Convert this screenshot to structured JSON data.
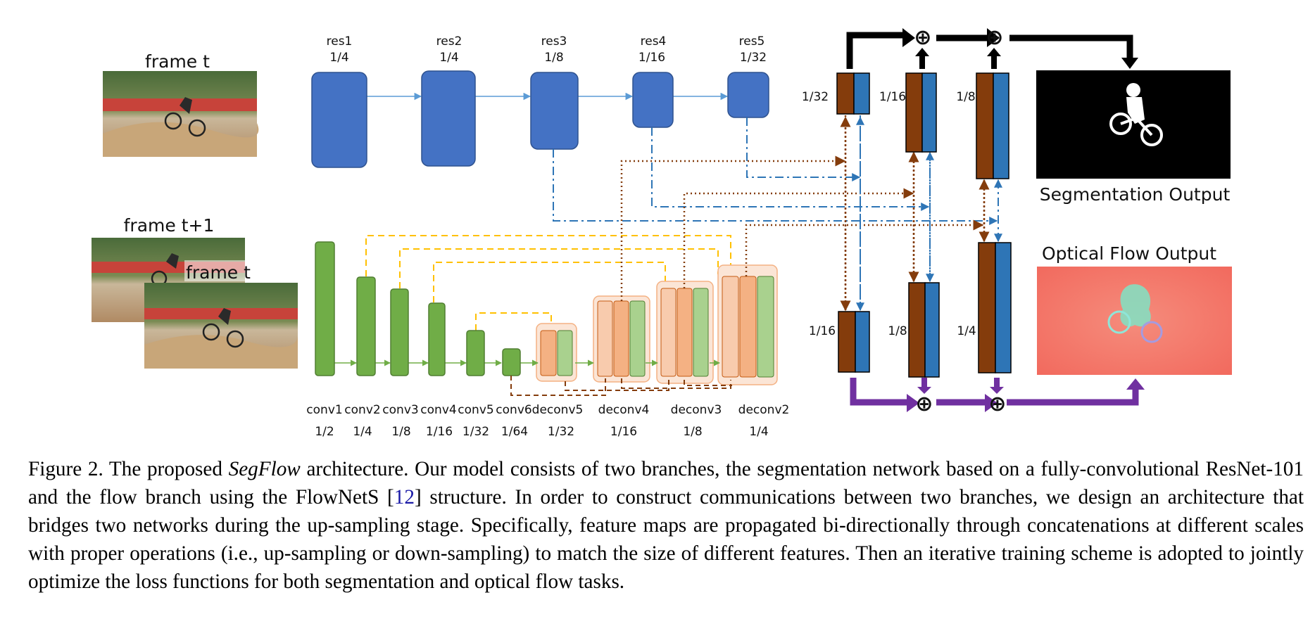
{
  "frames": {
    "frame_t": "frame t",
    "frame_t1": "frame t+1",
    "frame_t_inner": "frame t"
  },
  "res_blocks": [
    {
      "name": "res1",
      "scale": "1/4"
    },
    {
      "name": "res2",
      "scale": "1/4"
    },
    {
      "name": "res3",
      "scale": "1/8"
    },
    {
      "name": "res4",
      "scale": "1/16"
    },
    {
      "name": "res5",
      "scale": "1/32"
    }
  ],
  "conv_blocks": [
    {
      "name": "conv1",
      "scale": "1/2"
    },
    {
      "name": "conv2",
      "scale": "1/4"
    },
    {
      "name": "conv3",
      "scale": "1/8"
    },
    {
      "name": "conv4",
      "scale": "1/16"
    },
    {
      "name": "conv5",
      "scale": "1/32"
    },
    {
      "name": "conv6",
      "scale": "1/64"
    },
    {
      "name": "deconv5",
      "scale": "1/32"
    },
    {
      "name": "deconv4",
      "scale": "1/16"
    },
    {
      "name": "deconv3",
      "scale": "1/8"
    },
    {
      "name": "deconv2",
      "scale": "1/4"
    }
  ],
  "seg_scales": [
    "1/32",
    "1/16",
    "1/8"
  ],
  "flow_scales": [
    "1/16",
    "1/8",
    "1/4"
  ],
  "outputs": {
    "segmentation": "Segmentation Output",
    "optical_flow": "Optical Flow Output"
  },
  "plus_symbol": "⊕",
  "colors": {
    "res_blue": "#4472c4",
    "conv_green": "#70ad47",
    "concat_brown": "#843c0c",
    "concat_blue": "#2e75b6",
    "seg_arrow": "#000000",
    "flow_arrow": "#7030a0",
    "skip_yellow": "#ffc000",
    "dotted_brown": "#843c0c",
    "dashdot_blue": "#2e75b6"
  },
  "caption": {
    "prefix": "Figure 2.   The proposed ",
    "italic": "SegFlow",
    "part2": " architecture.  Our model consists of two branches, the segmentation network based on a fully-convolutional ResNet-101 and the flow branch using the FlowNetS [",
    "ref": "12",
    "part3": "] structure.  In order to construct communications between two branches, we design an architecture that bridges two networks during the up-sampling stage.  Specifically, feature maps are propagated bi-directionally through concatenations at different scales with proper operations (i.e., up-sampling or down-sampling) to match the size of different features. Then an iterative training scheme is adopted to jointly optimize the loss functions for both segmentation and optical flow tasks."
  }
}
